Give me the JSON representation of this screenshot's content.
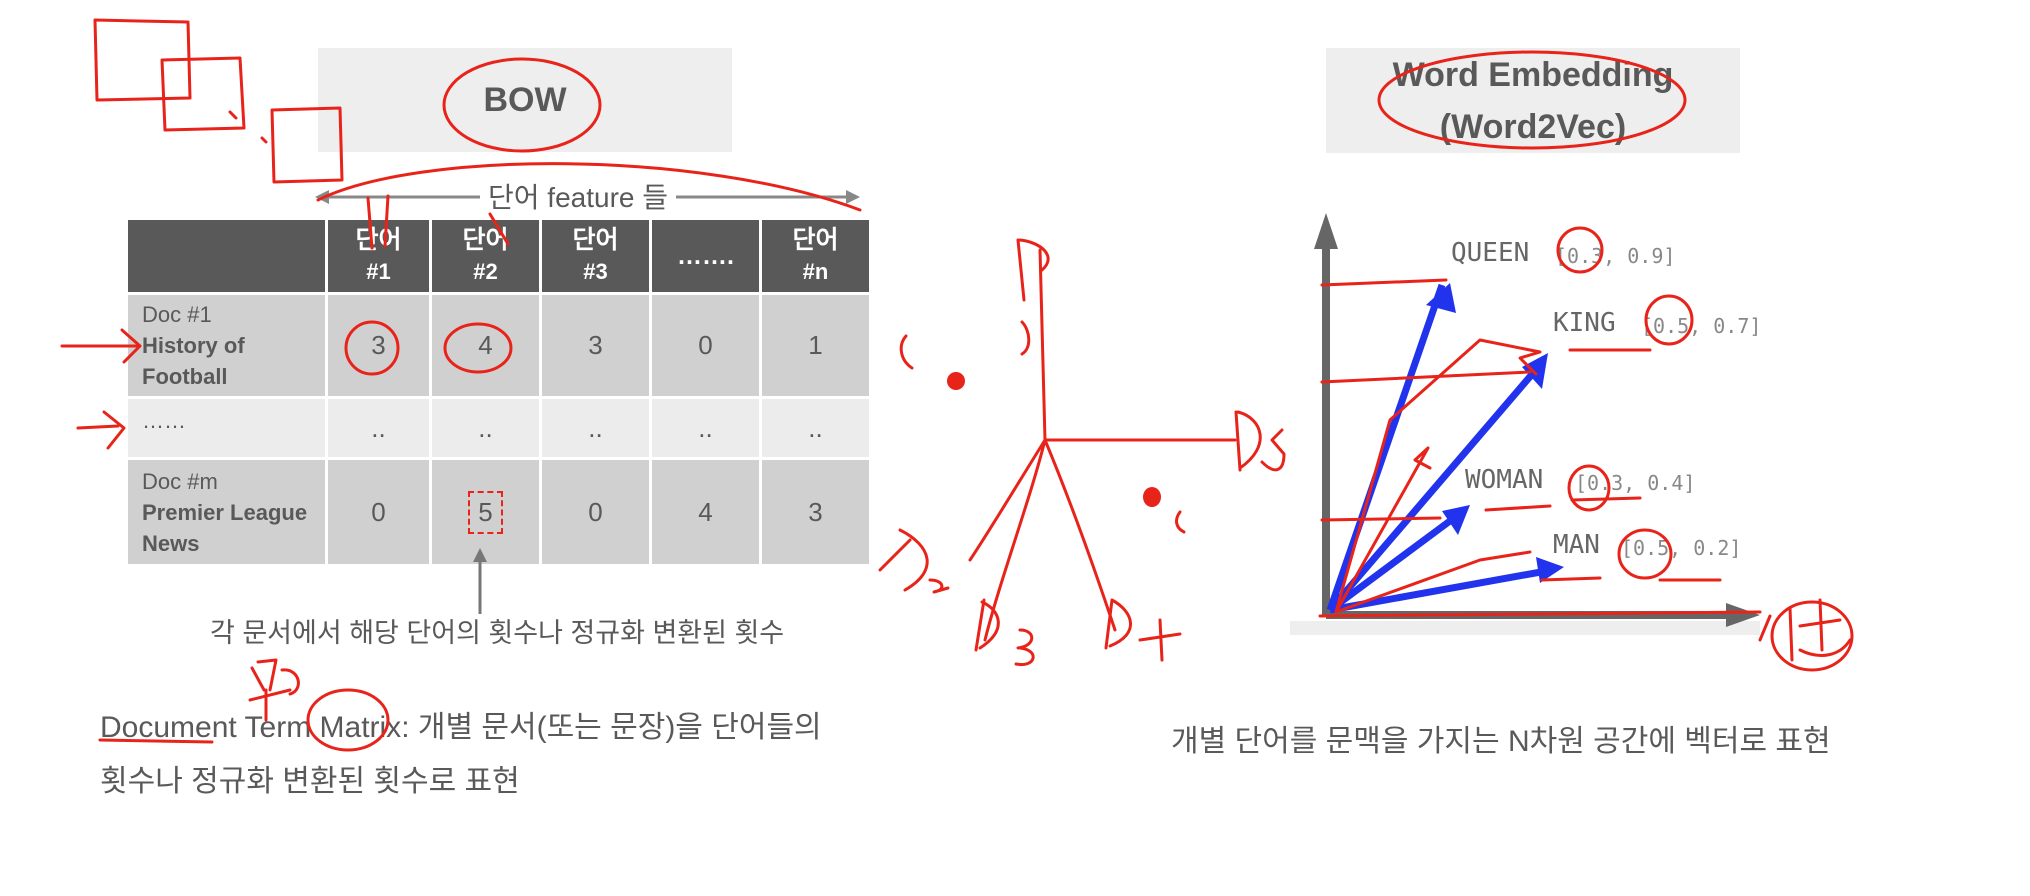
{
  "bow": {
    "title": "BOW",
    "feature_label": "단어 feature 들",
    "headers": [
      {
        "top": "단어",
        "bottom": "#1"
      },
      {
        "top": "단어",
        "bottom": "#2"
      },
      {
        "top": "단어",
        "bottom": "#3"
      },
      {
        "top": "…….",
        "bottom": ""
      },
      {
        "top": "단어",
        "bottom": "#n"
      }
    ],
    "rows": [
      {
        "doc_id": "Doc #1",
        "doc_name_1": "History of",
        "doc_name_2": "Football",
        "values": [
          "3",
          "4",
          "3",
          "0",
          "1"
        ]
      },
      {
        "doc_id": "……",
        "doc_name_1": "",
        "doc_name_2": "",
        "values": [
          "..",
          "..",
          "..",
          "..",
          ".."
        ]
      },
      {
        "doc_id": "Doc #m",
        "doc_name_1": "Premier League",
        "doc_name_2": "News",
        "values": [
          "0",
          "5",
          "0",
          "4",
          "3"
        ]
      }
    ],
    "count_description": "각 문서에서 해당 단어의 횟수나 정규화  변환된 횟수",
    "dtm_term": "Document Term Matrix",
    "dtm_line1_rest": ": 개별 문서(또는 문장)을 단어들의",
    "dtm_line2": "횟수나 정규화 변환된 횟수로 표현",
    "annotation_dim": "닦이"
  },
  "embedding": {
    "title_line1": "Word Embedding",
    "title_line2": "(Word2Vec)",
    "vectors": [
      {
        "label": "QUEEN",
        "value": "[0.3, 0.9]"
      },
      {
        "label": "KING",
        "value": "[0.5, 0.7]"
      },
      {
        "label": "WOMAN",
        "value": "[0.3, 0.4]"
      },
      {
        "label": "MAN",
        "value": "[0.5, 0.2]"
      }
    ],
    "caption": "개별 단어를 문맥을 가지는 N차원 공간에 벡터로 표현",
    "annotation_axis": "성별"
  },
  "sketch": {
    "labels": [
      "D1",
      "D2",
      "D3",
      "D4",
      "D5"
    ]
  },
  "colors": {
    "ink_red": "#e8231a",
    "vector_blue": "#2233ee",
    "header_gray": "#595959"
  }
}
